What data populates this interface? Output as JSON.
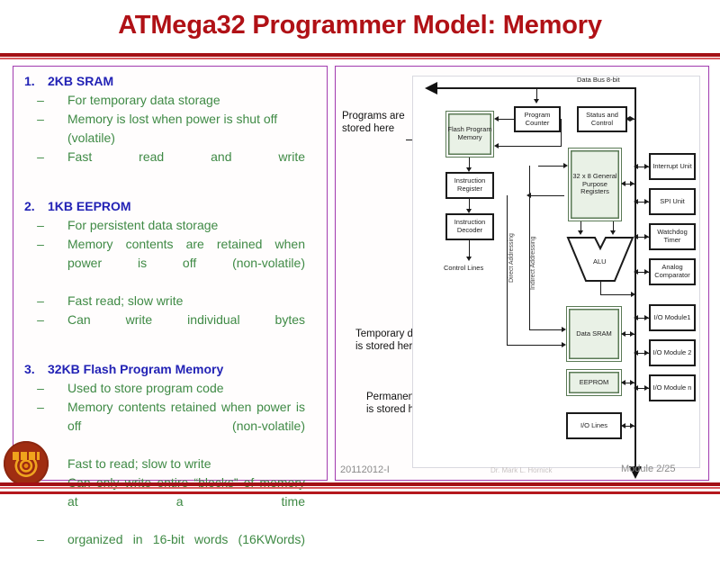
{
  "slide": {
    "title": "ATMega32 Programmer Model: Memory",
    "accent_red": "#b01116",
    "panel_border": "#a33fb0",
    "heading_blue": "#2222b5",
    "body_green": "#3f8a45"
  },
  "left_panel": {
    "items": [
      {
        "number": "1.",
        "heading": "2KB SRAM",
        "bullets": [
          {
            "mark": "–",
            "text": "For temporary data storage",
            "justify": false
          },
          {
            "mark": "–",
            "text": "Memory is lost when power is shut off (volatile)",
            "justify": false
          },
          {
            "mark": "–",
            "text": "Fast read and write",
            "justify": true
          }
        ]
      },
      {
        "number": "2.",
        "heading": "1KB EEPROM",
        "bullets": [
          {
            "mark": "–",
            "text": "For persistent data storage",
            "justify": false
          },
          {
            "mark": "–",
            "text": "Memory contents are retained when power is off (non-volatile)",
            "justify": true
          },
          {
            "mark": "–",
            "text": "Fast read; slow write",
            "justify": false
          },
          {
            "mark": "–",
            "text": "Can write individual bytes",
            "justify": true
          }
        ]
      },
      {
        "number": "3.",
        "heading": "32KB Flash Program Memory",
        "bullets": [
          {
            "mark": "–",
            "text": "Used to store program code",
            "justify": false
          },
          {
            "mark": "–",
            "text": "Memory contents retained when power is off (non-volatile)",
            "justify": true
          },
          {
            "mark": "–",
            "text": "Fast to read; slow to write",
            "justify": false
          },
          {
            "mark": "–",
            "text": "Can only write entire “blocks” of memory at a time",
            "justify": true
          },
          {
            "mark": "–",
            "text": "organized in 16-bit words (16KWords)",
            "justify": true
          }
        ]
      }
    ]
  },
  "diagram": {
    "annotations": {
      "programs": "Programs are stored here",
      "temporary": "Temporary data is stored here",
      "permanent": "Permanent data is stored here"
    },
    "bus_label": "Data Bus 8-bit",
    "control_lines": "Control Lines",
    "addressing": {
      "direct": "Direct Addressing",
      "indirect": "Indirect Addressing"
    },
    "blocks": {
      "flash": "Flash Program Memory",
      "program_counter": "Program Counter",
      "status_control": "Status and Control",
      "instruction_register": "Instruction Register",
      "instruction_decoder": "Instruction Decoder",
      "registers": "32 x 8 General Purpose Registers",
      "alu": "ALU",
      "data_sram": "Data SRAM",
      "eeprom": "EEPROM",
      "io_lines": "I/O Lines",
      "interrupt_unit": "Interrupt Unit",
      "spi_unit": "SPI Unit",
      "watchdog_timer": "Watchdog Timer",
      "analog_comparator": "Analog Comparator",
      "io_module1": "I/O Module1",
      "io_module2": "I/O Module 2",
      "io_modulen": "I/O Module n"
    },
    "memory_fill": "#e9f1e6"
  },
  "footer": {
    "date_code": "20112012-I",
    "module": "Module 2/25",
    "author": "Dr. Mark L. Hornick"
  }
}
